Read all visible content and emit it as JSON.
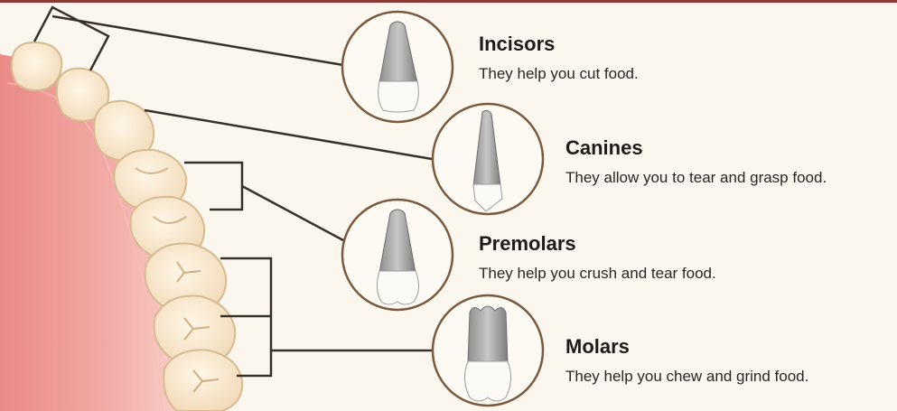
{
  "teeth": [
    {
      "id": "incisors",
      "name": "Incisors",
      "description": "They help you cut food."
    },
    {
      "id": "canines",
      "name": "Canines",
      "description": "They allow you to tear and grasp food."
    },
    {
      "id": "premolars",
      "name": "Premolars",
      "description": "They help you crush and tear food."
    },
    {
      "id": "molars",
      "name": "Molars",
      "description": "They help you chew and grind food."
    }
  ],
  "colors": {
    "gum": "#e27f7c",
    "tooth": "#f6e3c6",
    "tooth_outline": "#d2b994",
    "circle_outline": "#7a5a3e",
    "connector": "#3a302b",
    "accent_border": "#8a3b36",
    "background": "#fbf7ee"
  },
  "icons": [
    "jaw-illustration",
    "incisor-tooth-icon",
    "canine-tooth-icon",
    "premolar-tooth-icon",
    "molar-tooth-icon"
  ]
}
